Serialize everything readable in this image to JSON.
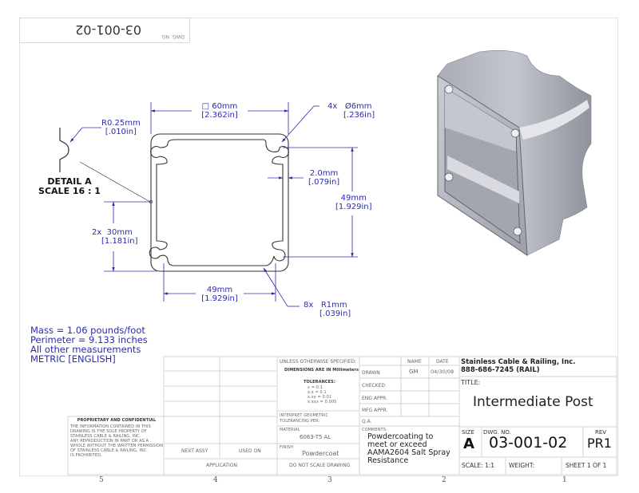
{
  "top_box": {
    "dwg_no_label": "DWG. NO.",
    "dwg_no_value": "03-001-02"
  },
  "detail_a": {
    "radius_mm": "R0.25mm",
    "radius_in": "[.010in]",
    "title_line1": "DETAIL A",
    "title_line2": "SCALE 16 : 1"
  },
  "front_view": {
    "dims": {
      "width_mm": "□  60mm",
      "width_in": "[2.362in]",
      "hole_count": "4x",
      "hole_dia_mm": "Ø6mm",
      "hole_dia_in": "[.236in]",
      "wall_mm": "2.0mm",
      "wall_in": "[.079in]",
      "vert_pitch_mm": "49mm",
      "vert_pitch_in": "[1.929in]",
      "side_count": "2x",
      "side_mm": "30mm",
      "side_in": "[1.181in]",
      "horiz_pitch_mm": "49mm",
      "horiz_pitch_in": "[1.929in]",
      "fillet_count": "8x",
      "fillet_mm": "R1mm",
      "fillet_in": "[.039in]"
    }
  },
  "notes": {
    "line1": "Mass = 1.06 pounds/foot",
    "line2": "Perimeter = 9.133 inches",
    "line3": "All other measurements",
    "line4": "METRIC [ENGLISH]"
  },
  "proprietary": {
    "title": "PROPRIETARY AND CONFIDENTIAL",
    "lines": [
      "THE INFORMATION CONTAINED IN THIS",
      "DRAWING IS THE SOLE PROPERTY OF",
      "STAINLESS CABLE & RAILING, INC.",
      "ANY REPRODUCTION IN PART OR AS A",
      "WHOLE WITHOUT THE WRITTEN PERMISSION",
      "OF STAINLESS CABLE & RAILING, INC.",
      "IS PROHIBITED."
    ]
  },
  "application_block": {
    "next_assy": "NEXT ASSY",
    "used_on": "USED ON",
    "application": "APPLICATION"
  },
  "spec_block": {
    "unless": "UNLESS OTHERWISE SPECIFIED:",
    "dims_in": "DIMENSIONS ARE IN Millimeters",
    "tolerances": "TOLERANCES:",
    "tol_lines": [
      "x =  0.1",
      "x.x =  0.1",
      "x.xx =  0.01",
      "x.xxx =  0.005"
    ],
    "interpret_1": "INTERPRET GEOMETRIC",
    "interpret_2": "TOLERANCING PER:",
    "material_label": "MATERIAL",
    "material_value": "6063-T5 AL",
    "finish_label": "FINISH",
    "finish_value": "Powdercoat",
    "do_not_scale": "DO NOT SCALE DRAWING"
  },
  "approvals": {
    "name_header": "NAME",
    "date_header": "DATE",
    "rows": [
      {
        "label": "DRAWN",
        "name": "GM",
        "date": "04/30/08"
      },
      {
        "label": "CHECKED",
        "name": "",
        "date": ""
      },
      {
        "label": "ENG APPR.",
        "name": "",
        "date": ""
      },
      {
        "label": "MFG APPR.",
        "name": "",
        "date": ""
      },
      {
        "label": "Q.A.",
        "name": "",
        "date": ""
      }
    ],
    "comments_label": "COMMENTS:",
    "comments": "Powdercoating to meet or exceed AAMA2604 Salt Spray Resistance"
  },
  "title_block": {
    "company": "Stainless Cable & Railing, Inc.",
    "phone": "888-686-7245 (RAIL)",
    "title_label": "TITLE:",
    "title": "Intermediate Post",
    "size_label": "SIZE",
    "size": "A",
    "dwg_no_label": "DWG.  NO.",
    "dwg_no": "03-001-02",
    "rev_label": "REV",
    "rev": "PR1",
    "scale": "SCALE: 1:1",
    "weight": "WEIGHT:",
    "sheet": "SHEET 1 OF 1"
  },
  "zones": [
    "5",
    "4",
    "3",
    "2",
    "1"
  ],
  "colors": {
    "dimension": "#2b2bb0",
    "geometry": "#333333",
    "frame": "#d6d6d6",
    "render_face": "#b9bcc6",
    "render_dark": "#8e919b"
  }
}
